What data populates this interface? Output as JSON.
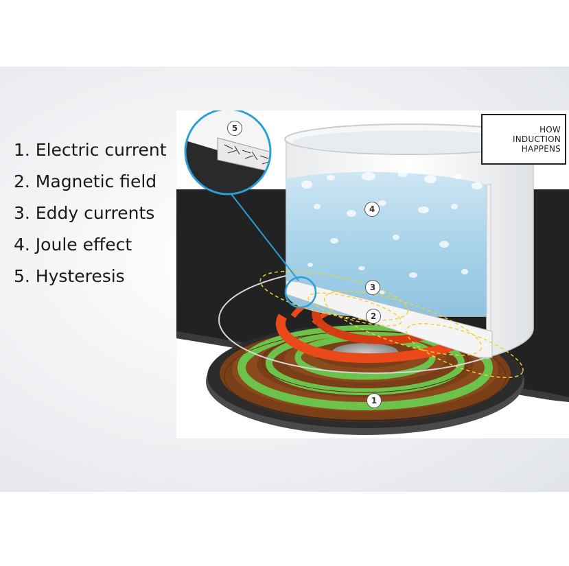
{
  "legend": {
    "items": [
      "1. Electric current",
      "2. Magnetic field",
      "3. Eddy currents",
      "4. Joule effect",
      "5. Hysteresis"
    ]
  },
  "illustration": {
    "title": "HOW\nINDUCTION\nHAPPENS",
    "markers": [
      "1",
      "2",
      "3",
      "4",
      "5"
    ]
  },
  "colors": {
    "coil_copper": "#8a4a1e",
    "coil_green": "#6cc24a",
    "eddy_red": "#ea4a1a",
    "field_yellow": "#f2d22e",
    "water": "#a9d3ea",
    "cooktop": "#222222",
    "zoom_ring": "#2a9fd8"
  }
}
